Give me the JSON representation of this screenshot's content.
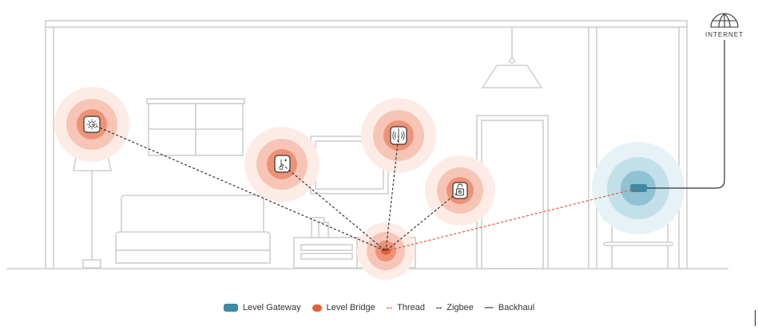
{
  "internet": {
    "label": "INTERNET",
    "icon": "globe-icon"
  },
  "devices": {
    "light": "light-sensor-icon",
    "thermostat": "thermostat-icon",
    "contact": "contact-sensor-icon",
    "lock": "lock-icon",
    "bridge": "level-bridge",
    "gateway": "level-gateway"
  },
  "colors": {
    "thread": "#e1603a",
    "zigbee": "#333333",
    "backhaul": "#333333",
    "gateway": "#3d8aa3",
    "bridge": "#e1603a",
    "furniture": "#cfcfcf"
  },
  "legend": {
    "gateway_label": "Level Gateway",
    "bridge_label": "Level Bridge",
    "thread_symbol": "--",
    "thread_label": "Thread",
    "zigbee_symbol": "--",
    "zigbee_label": "Zigbee",
    "backhaul_symbol": "—",
    "backhaul_label": "Backhaul"
  }
}
